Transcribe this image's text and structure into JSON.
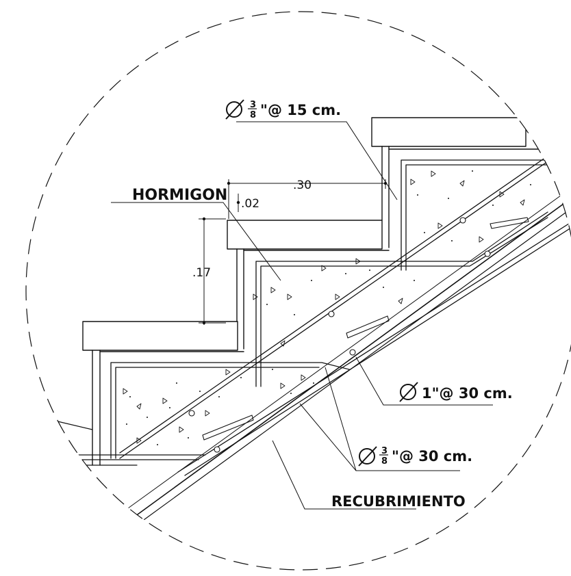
{
  "labels": {
    "top_rebar": {
      "fraction_num": "3",
      "fraction_den": "8",
      "spacing": "\"@ 15 cm."
    },
    "bottom_rebar": {
      "fraction_num": "3",
      "fraction_den": "8",
      "spacing": "\"@ 30 cm."
    },
    "main_rebar": {
      "spacing": "1\"@ 30 cm."
    },
    "concrete": "HORMIGON",
    "cover": "RECUBRIMIENTO"
  },
  "dimensions": {
    "tread": ".30",
    "nosing": ".02",
    "riser": ".17"
  },
  "icons": {
    "diameter_symbol": "diameter-icon"
  },
  "colors": {
    "line": "#111111",
    "background": "#ffffff"
  }
}
